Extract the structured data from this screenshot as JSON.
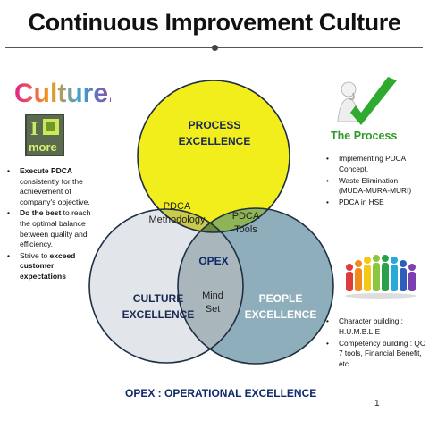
{
  "title": "Continuous Improvement Culture",
  "culture_logo_text": "Culture.",
  "imore_text": "I more",
  "process_logo_text": "The Process",
  "left_bullets": [
    {
      "bold": "Execute PDCA",
      "text": " consistently for the achievement of company's objective."
    },
    {
      "bold": "Do the best",
      "text": " to reach the optimal balance between quality and efficiency."
    },
    {
      "pre": "Strive to ",
      "bold": "exceed customer expectations",
      "text": ""
    }
  ],
  "right_top_bullets": [
    "Implementing PDCA Concept.",
    "Waste Elimination (MUDA-MURA-MURI)",
    "PDCA in HSE"
  ],
  "right_bottom_bullets": [
    "Character building : H.U.M.B.L.E",
    "Competency building : QC 7 tools, Financial Benefit, etc."
  ],
  "venn": {
    "process_line1": "PROCESS",
    "process_line2": "EXCELLENCE",
    "culture_line1": "CULTURE",
    "culture_line2": "EXCELLENCE",
    "people_line1": "PEOPLE",
    "people_line2": "EXCELLENCE",
    "pdca_method_line1": "PDCA",
    "pdca_method_line2": "Methodology",
    "pdca_tools_line1": "PDCA",
    "pdca_tools_line2": "Tools",
    "mind_set_line1": "Mind",
    "mind_set_line2": "Set",
    "center": "OPEX"
  },
  "footer": "OPEX : OPERATIONAL EXCELLENCE",
  "page_number": "1",
  "colors": {
    "process": "#f2ee1c",
    "culture": "#e2e5ea",
    "people": "#8faebb",
    "overlap_process_culture": "#c9ca4b",
    "overlap_process_people": "#8fb357",
    "center": "#6f8c36",
    "navy": "#0f2a6b"
  }
}
